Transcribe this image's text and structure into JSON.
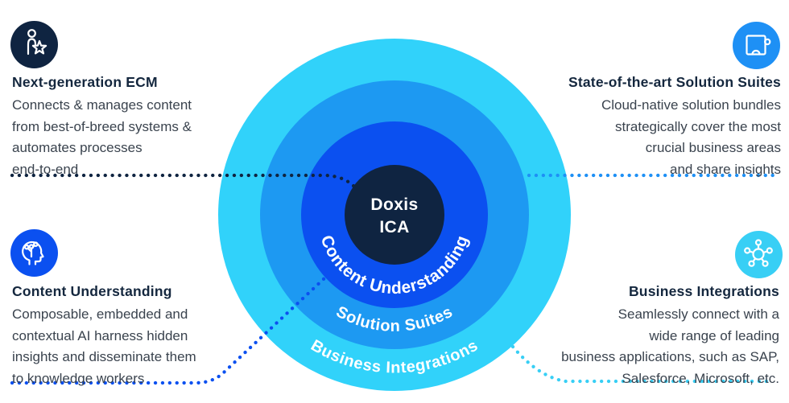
{
  "diagram": {
    "center": {
      "line1": "Doxis",
      "line2": "ICA",
      "color": "#0f2441"
    },
    "rings": [
      {
        "label": "Content Understanding",
        "color": "#0b50f0"
      },
      {
        "label": "Solution Suites",
        "color": "#1d99f2"
      },
      {
        "label": "Business Integrations",
        "color": "#31d2fa"
      }
    ]
  },
  "callouts": {
    "top_left": {
      "icon": "person-star-icon",
      "icon_bg": "#0f2441",
      "connector_color": "#0f2441",
      "title": "Next-generation ECM",
      "lines": [
        "Connects & manages content",
        "from best-of-breed systems &",
        "automates processes",
        "end-to-end"
      ]
    },
    "top_right": {
      "icon": "puzzle-icon",
      "icon_bg": "#1e90f5",
      "connector_color": "#1e90f5",
      "title": "State-of-the-art Solution Suites",
      "lines": [
        "Cloud-native solution bundles",
        "strategically cover the most",
        "crucial business areas",
        "and share insights"
      ]
    },
    "bottom_left": {
      "icon": "ai-head-icon",
      "icon_bg": "#0b50f0",
      "connector_color": "#0b50f0",
      "title": "Content Understanding",
      "lines": [
        "Composable, embedded and",
        "contextual AI harness hidden",
        "insights and disseminate them",
        "to knowledge workers"
      ]
    },
    "bottom_right": {
      "icon": "network-hub-icon",
      "icon_bg": "#38cff5",
      "connector_color": "#38cff5",
      "title": "Business Integrations",
      "lines": [
        "Seamlessly connect with a",
        "wide range of leading",
        "business applications, such as SAP,",
        "Salesforce, Microsoft, etc."
      ]
    }
  },
  "palette": {
    "background": "#ffffff",
    "heading_text": "#14273e",
    "body_text": "#3a434e",
    "curved_label_text": "#ffffff"
  }
}
